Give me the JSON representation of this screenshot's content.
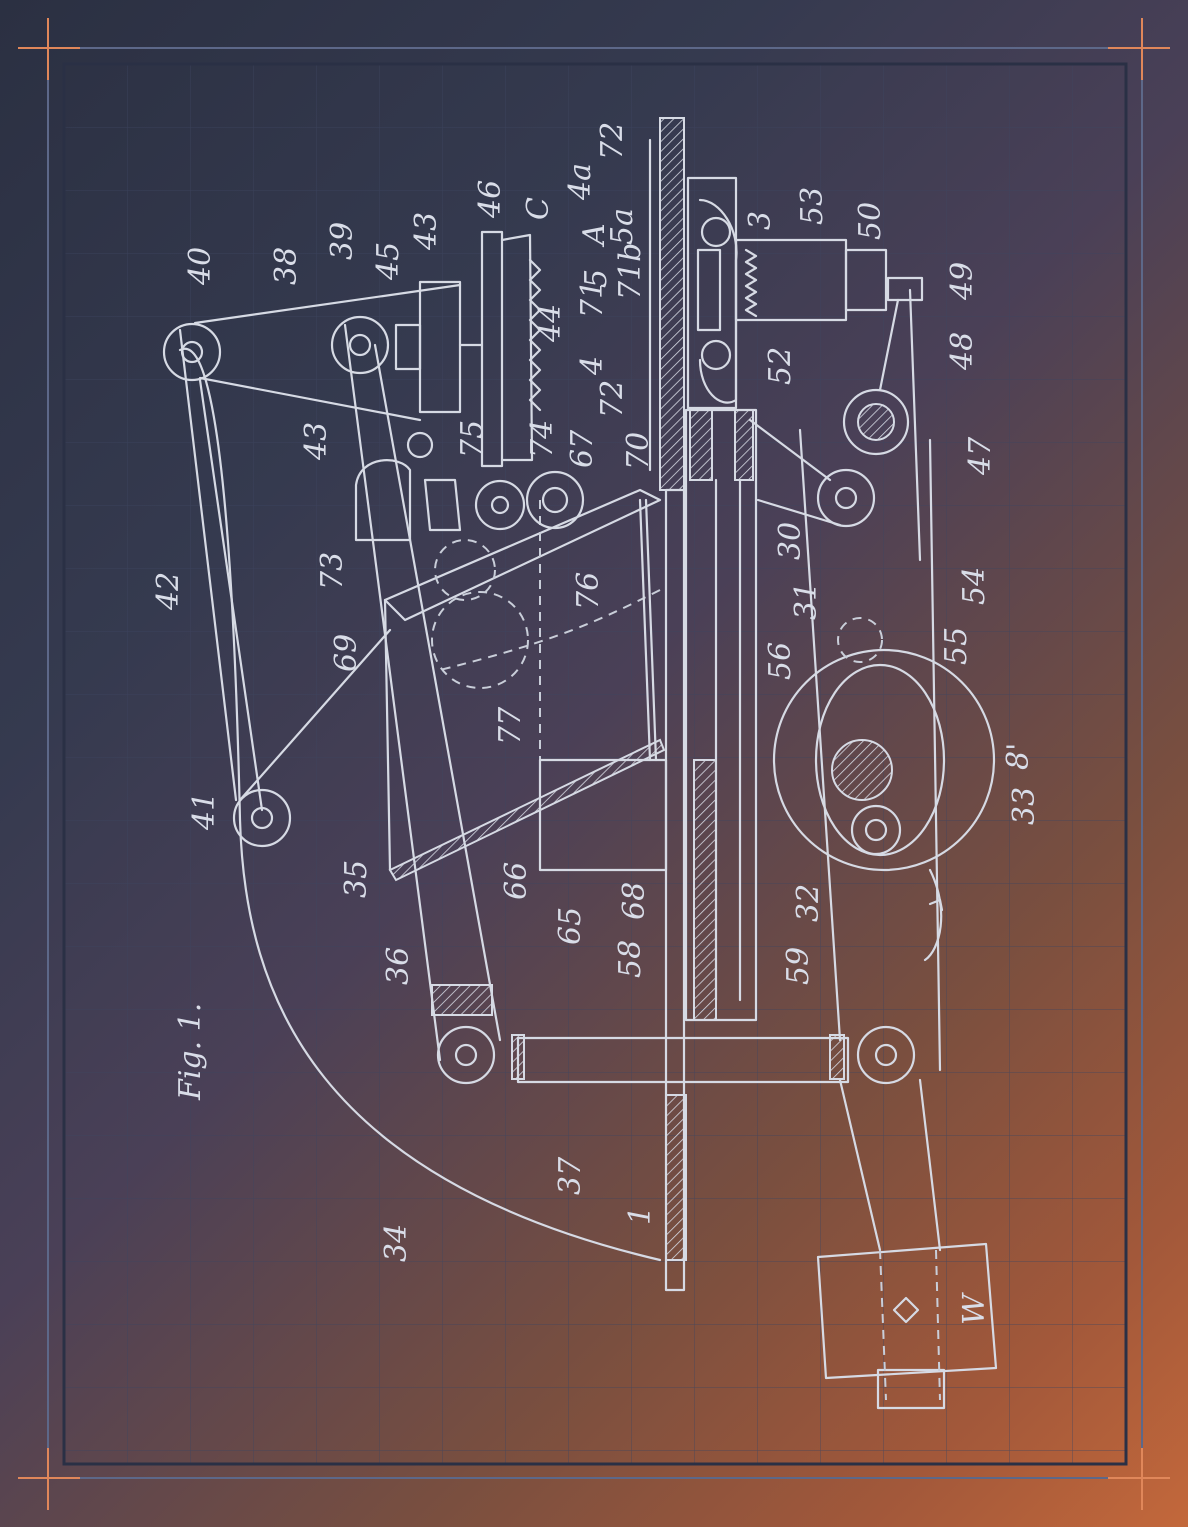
{
  "figure": {
    "title": "Fig. 1.",
    "labels": [
      "40",
      "38",
      "39",
      "45",
      "43",
      "46",
      "C",
      "4a",
      "72",
      "3",
      "53",
      "50",
      "49",
      "48",
      "47",
      "54",
      "55",
      "8'",
      "33",
      "32",
      "59",
      "58",
      "68",
      "65",
      "66",
      "35",
      "36",
      "37",
      "34",
      "1",
      "W",
      "41",
      "42",
      "69",
      "73",
      "75",
      "74",
      "67",
      "70",
      "76",
      "77",
      "43",
      "44",
      "4",
      "71",
      "5",
      "71b",
      "5a",
      "A",
      "72",
      "52",
      "30",
      "31",
      "56"
    ]
  },
  "colors": {
    "line": "#d6dae4",
    "frame": "#5e6a8c",
    "corner": "#e8875a",
    "grid": "#3e4660"
  }
}
